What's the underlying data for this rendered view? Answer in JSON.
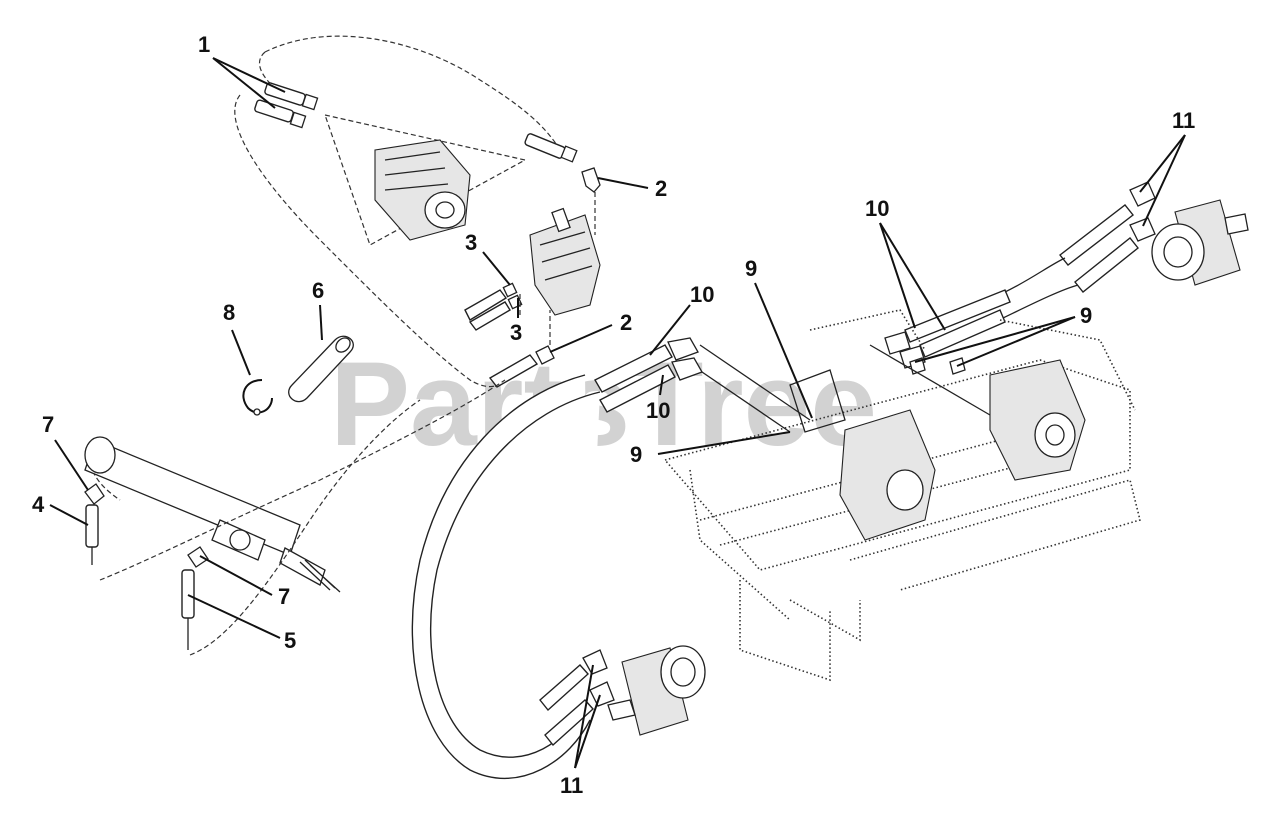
{
  "watermark": {
    "text": "PartsTree"
  },
  "callouts": [
    {
      "id": "c1",
      "text": "1"
    },
    {
      "id": "c2a",
      "text": "2"
    },
    {
      "id": "c2b",
      "text": "2"
    },
    {
      "id": "c3a",
      "text": "3"
    },
    {
      "id": "c3b",
      "text": "3"
    },
    {
      "id": "c4",
      "text": "4"
    },
    {
      "id": "c5",
      "text": "5"
    },
    {
      "id": "c6",
      "text": "6"
    },
    {
      "id": "c7a",
      "text": "7"
    },
    {
      "id": "c7b",
      "text": "7"
    },
    {
      "id": "c8",
      "text": "8"
    },
    {
      "id": "c9a",
      "text": "9"
    },
    {
      "id": "c9b",
      "text": "9"
    },
    {
      "id": "c9c",
      "text": "9"
    },
    {
      "id": "c10a",
      "text": "10"
    },
    {
      "id": "c10b",
      "text": "10"
    },
    {
      "id": "c10c",
      "text": "10"
    },
    {
      "id": "c11a",
      "text": "11"
    },
    {
      "id": "c11b",
      "text": "11"
    }
  ]
}
